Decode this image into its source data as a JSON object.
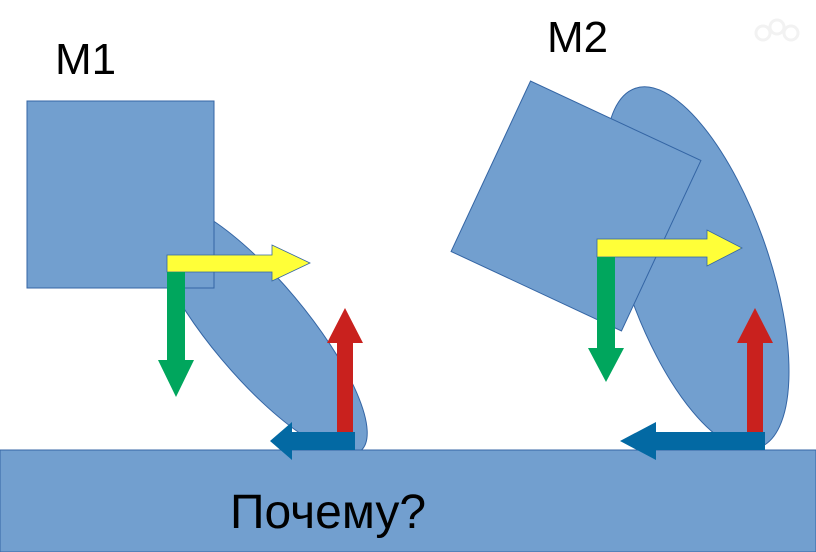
{
  "labels": {
    "m1": "M1",
    "m2": "M2",
    "question": "Почему?"
  },
  "colors": {
    "shape": "#729fcf",
    "stroke": "#3465a4",
    "yellow": "#ffff38",
    "green": "#00a65d",
    "red": "#c9211e",
    "blue": "#0369a3"
  }
}
